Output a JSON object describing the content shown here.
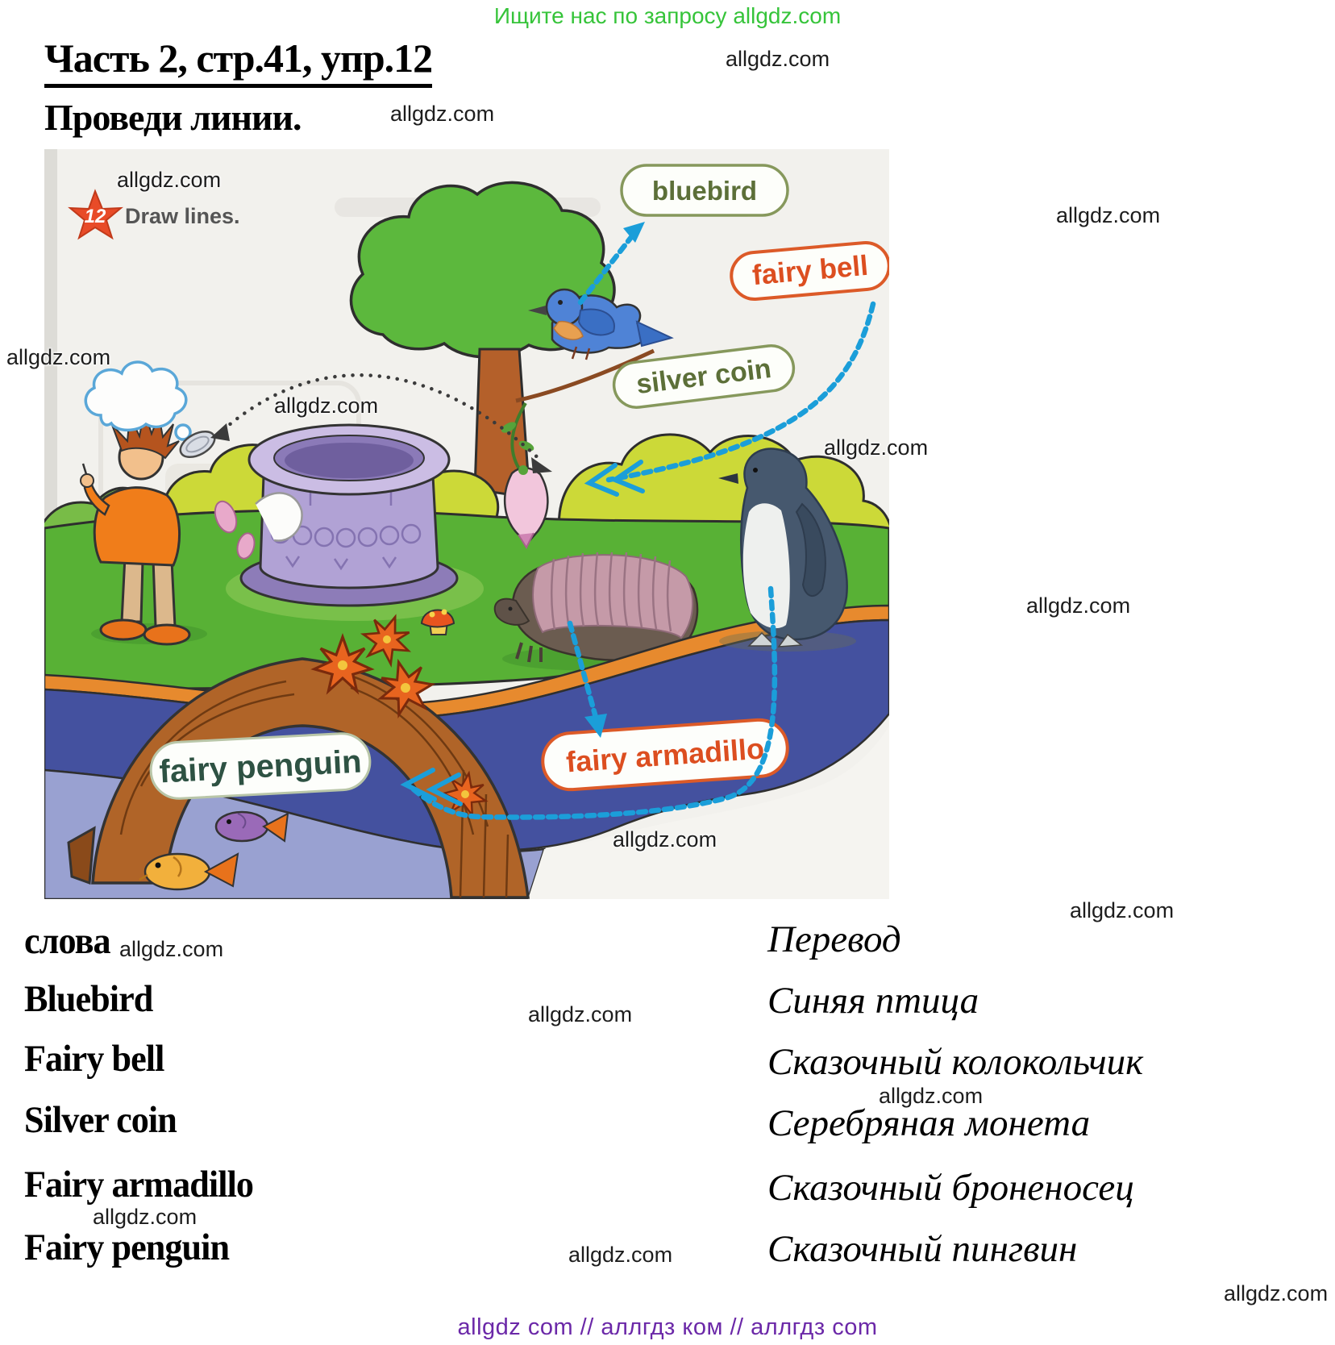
{
  "page": {
    "top_notice": "Ищите нас по запросу allgdz.com",
    "title": "Часть 2, стр.41, упр.12",
    "subtitle": "Проведи линии.",
    "watermark_text": "allgdz.com",
    "footer_text": "allgdz com  //  аллгдз ком  //  аллгдз com"
  },
  "worksheet": {
    "exercise_number": "12",
    "instruction": "Draw lines.",
    "labels": {
      "bluebird": "bluebird",
      "fairy_bell": "fairy bell",
      "silver_coin": "silver coin",
      "fairy_penguin": "fairy penguin",
      "fairy_armadillo": "fairy armadillo"
    }
  },
  "vocab": {
    "headers": {
      "words": "слова",
      "translation": "Перевод"
    },
    "rows": [
      {
        "word": "Bluebird",
        "translation": "Синяя птица"
      },
      {
        "word": "Fairy bell",
        "translation": "Сказочный колокольчик"
      },
      {
        "word": "Silver coin",
        "translation": "Серебряная монета"
      },
      {
        "word": "Fairy armadillo",
        "translation": "Сказочный броненосец"
      },
      {
        "word": "Fairy penguin",
        "translation": "Сказочный пингвин"
      }
    ]
  },
  "colors": {
    "promo_green": "#36c43a",
    "footer_purple": "#6b28a8",
    "arrow_blue": "#1b9ed9",
    "capsule_green_border": "#86985c",
    "capsule_orange_border": "#dc5a28",
    "meadow_green": "#58b135",
    "water_dark": "#44519f",
    "water_light": "#99a1d1",
    "well_purple": "#b1a2d5"
  }
}
